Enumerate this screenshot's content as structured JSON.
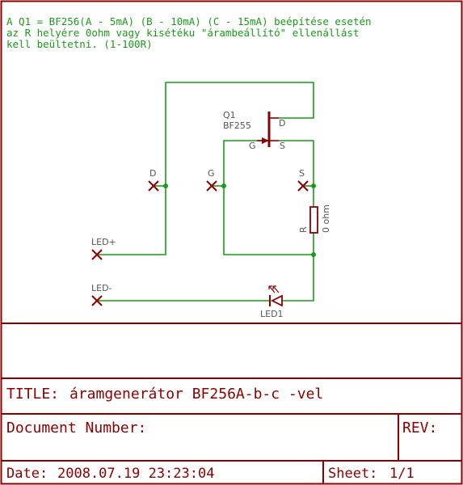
{
  "note": {
    "lines": [
      "A Q1 = BF256(A - 5mA) (B - 10mA) (C - 15mA) beépítése esetén",
      "az R helyére 0ohm  vagy kisétéku \"árambeállító\" ellenállást",
      "kell beültetni. (1-100R)"
    ]
  },
  "transistor": {
    "ref": "Q1",
    "value": "BF255",
    "pin_d": "D",
    "pin_g": "G",
    "pin_s": "S"
  },
  "pads": {
    "d": "D",
    "g": "G",
    "s": "S",
    "led_plus": "LED+",
    "led_minus": "LED-"
  },
  "resistor": {
    "ref": "R",
    "value": "0 ohm"
  },
  "led": {
    "ref": "LED1"
  },
  "title_block": {
    "title_label": "TITLE:",
    "title_value": "áramgenerátor BF256A-b-c -vel",
    "doc_label": "Document Number:",
    "rev_label": "REV:",
    "date_label": "Date:",
    "date_value": "2008.07.19 23:23:04",
    "sheet_label": "Sheet:",
    "sheet_value": "1/1"
  },
  "colors": {
    "frame": "#8b0000",
    "wire": "#1a9a1a",
    "part": "#8b0000",
    "junction": "#1a9a1a",
    "note_text": "#1a9a1a",
    "part_text": "#555555"
  }
}
